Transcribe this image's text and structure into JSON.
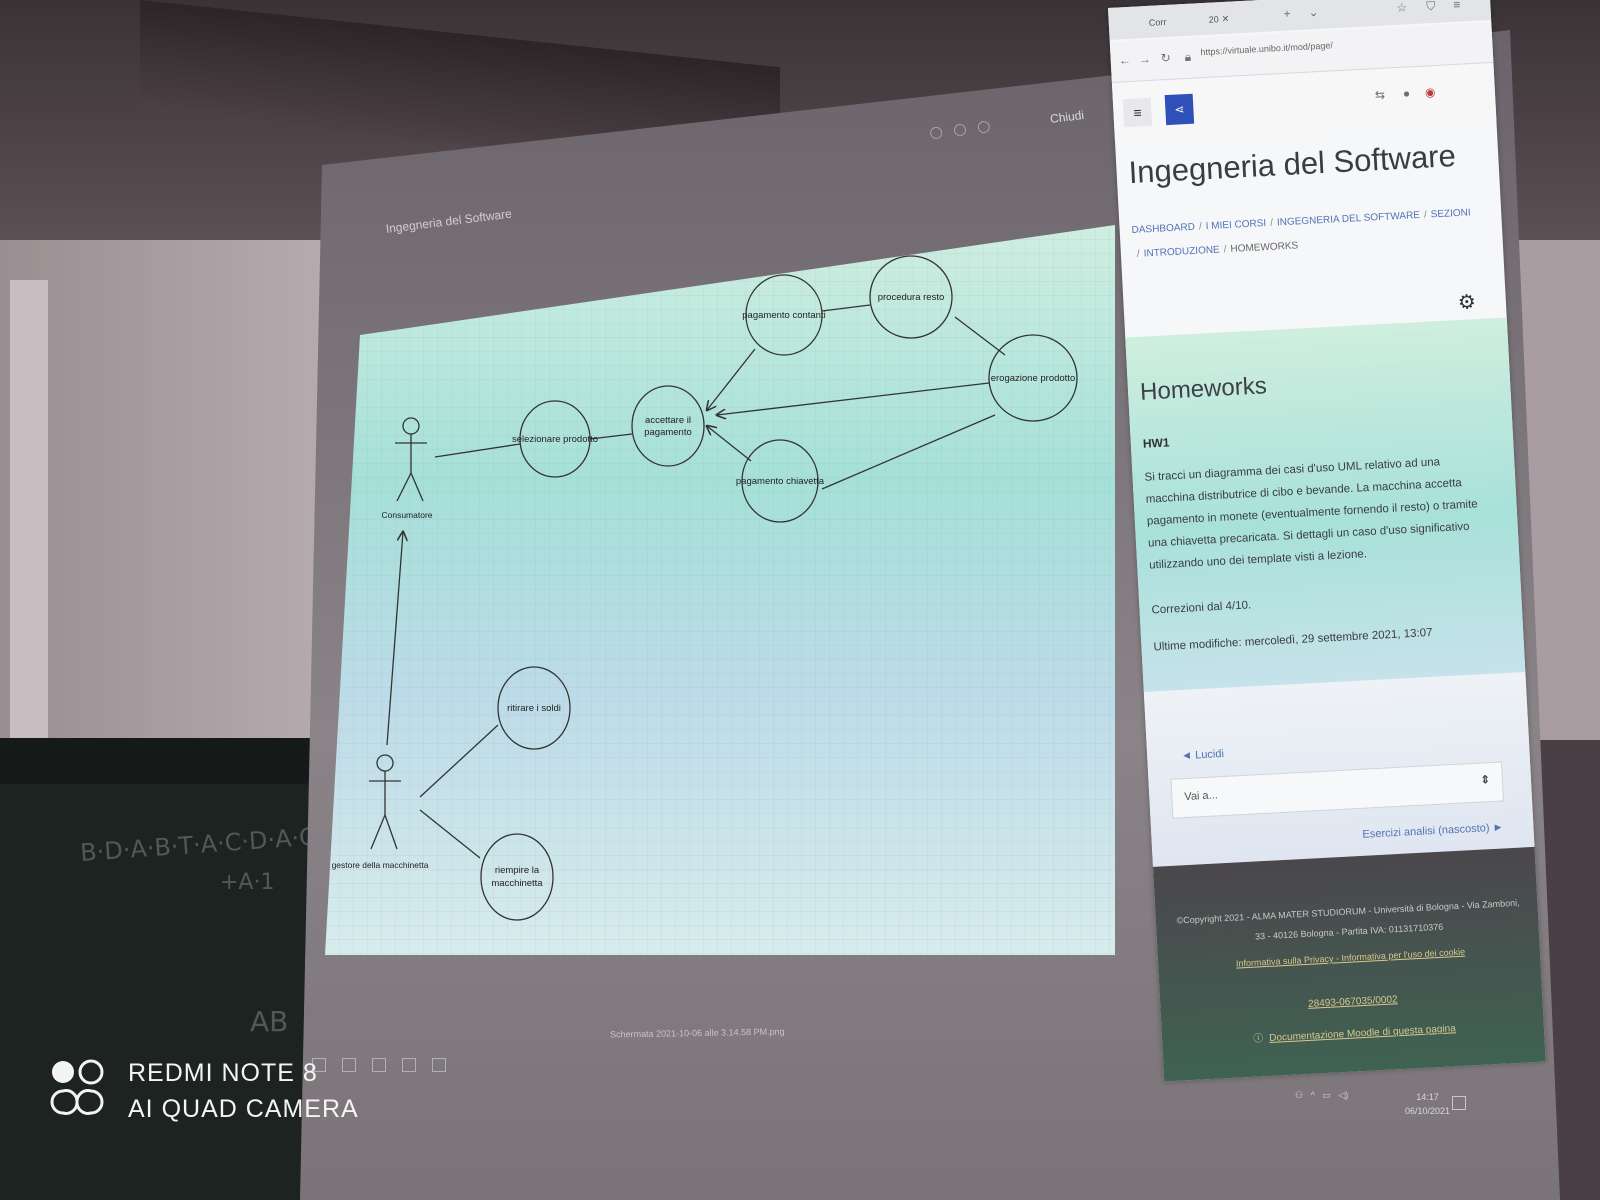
{
  "viewer": {
    "title": "Ingegneria del Software",
    "close": "Chiudi",
    "filename": "Schermata 2021-10-06 alle 3.14.58 PM.png"
  },
  "diagram": {
    "actors": [
      "Consumatore",
      "gestore della macchinetta"
    ],
    "use_cases": {
      "selezionare": "selezionare prodotto",
      "accettare_1": "accettare il",
      "accettare_2": "pagamento",
      "contanti": "pagamento contanti",
      "resto": "procedura resto",
      "erogazione": "erogazione prodotto",
      "chiavetta": "pagamento chiavetta",
      "ritirare": "ritirare i soldi",
      "riempire_1": "riempire la",
      "riempire_2": "macchinetta"
    }
  },
  "browser": {
    "url": "https://virtuale.unibo.it/mod/page/",
    "tabs": [
      "Corr",
      "20"
    ],
    "course_title": "Ingegneria del Software",
    "breadcrumb": [
      "DASHBOARD",
      "I MIEI CORSI",
      "INGEGNERIA DEL SOFTWARE",
      "SEZIONI",
      "INTRODUZIONE",
      "HOMEWORKS"
    ],
    "page_title": "Homeworks",
    "hw_label": "HW1",
    "hw_description": "Si tracci un diagramma dei casi d'uso UML relativo ad una macchina distributrice di cibo e bevande. La macchina accetta pagamento in monete (eventualmente fornendo il resto) o tramite una chiavetta precaricata. Si dettagli un caso d'uso significativo utilizzando uno dei template visti a lezione.",
    "corrections": "Correzioni dal 4/10.",
    "last_modified": "Ultime modifiche: mercoledì, 29 settembre 2021, 13:07",
    "prev_link": "◄ Lucidi",
    "jump_placeholder": "Vai a...",
    "next_link": "Esercizi analisi (nascosto) ►",
    "footer_copyright": "©Copyright 2021 - ALMA MATER STUDIORUM - Università di Bologna - Via Zamboni, 33 - 40126 Bologna - Partita IVA: 01131710376",
    "footer_privacy": "Informativa sulla Privacy",
    "footer_cookie": "Informativa per l'uso dei cookie",
    "footer_code": "28493-067035/0002",
    "footer_doc": "Documentazione Moodle di questa pagina"
  },
  "taskbar": {
    "time": "14:17",
    "date": "06/10/2021"
  },
  "watermark": {
    "line1": "REDMI NOTE 8",
    "line2": "AI QUAD CAMERA"
  },
  "chalkboard": [
    "B·D·A·B·T·A·C·D·A·C·B",
    "+A·1",
    "AB"
  ]
}
